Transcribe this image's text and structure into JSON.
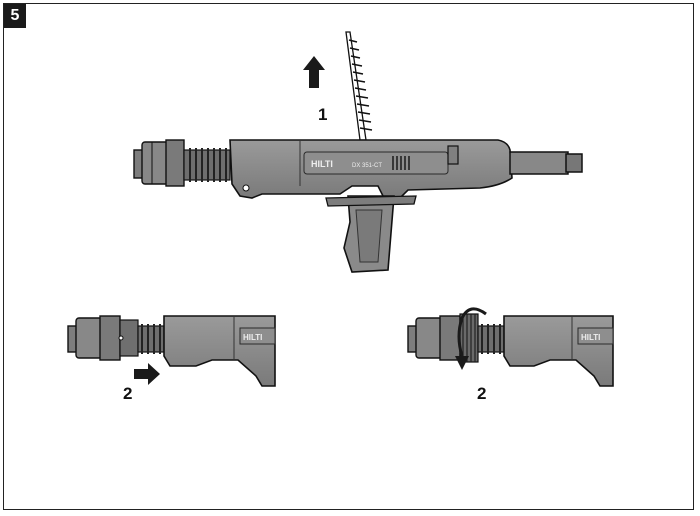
{
  "step_number": "5",
  "main_view": {
    "callout": "1",
    "brand": "HILTI",
    "model": "DX 351-CT"
  },
  "left_view": {
    "callout": "2",
    "brand": "HILTI"
  },
  "right_view": {
    "callout": "2",
    "brand": "HILTI"
  },
  "colors": {
    "tool_body": "#8a8a8a",
    "tool_dark": "#555555",
    "outline": "#1a1a1a"
  }
}
